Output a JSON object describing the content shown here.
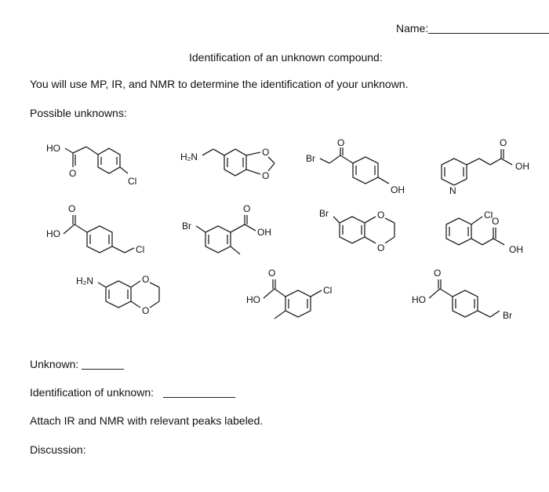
{
  "header": {
    "name_label": "Name:",
    "title": "Identification of an unknown compound:"
  },
  "instructions": {
    "intro": "You will use MP, IR, and NMR to determine the identification of your unknown.",
    "possible_label": "Possible unknowns:"
  },
  "structure_labels": {
    "ho": "HO",
    "oh": "OH",
    "o": "O",
    "cl": "Cl",
    "br": "Br",
    "n": "N",
    "h2n": "H₂N"
  },
  "footer": {
    "unknown_label": "Unknown:",
    "identification_label": "Identification of unknown:",
    "attach_note": "Attach IR and NMR with relevant peaks labeled.",
    "discussion_label": "Discussion:"
  }
}
